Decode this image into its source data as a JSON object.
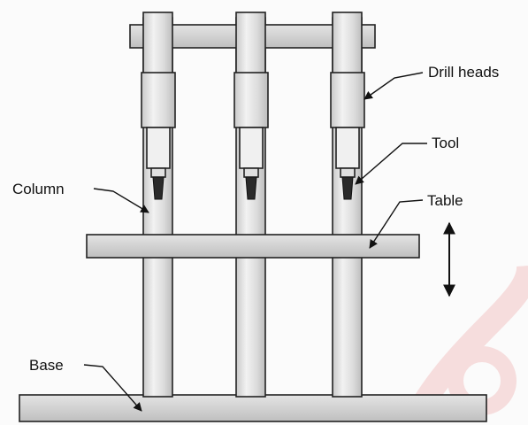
{
  "labels": {
    "drill_heads": "Drill heads",
    "tool": "Tool",
    "column": "Column",
    "table": "Table",
    "base": "Base"
  },
  "colors": {
    "part_fill": "#d9d9d9",
    "column_fill": "#e6e6e6",
    "tool_tip": "#2a2a2a",
    "watermark": "#e45a5a"
  },
  "icons": {
    "table_motion": "double-headed-vertical-arrow-icon"
  }
}
